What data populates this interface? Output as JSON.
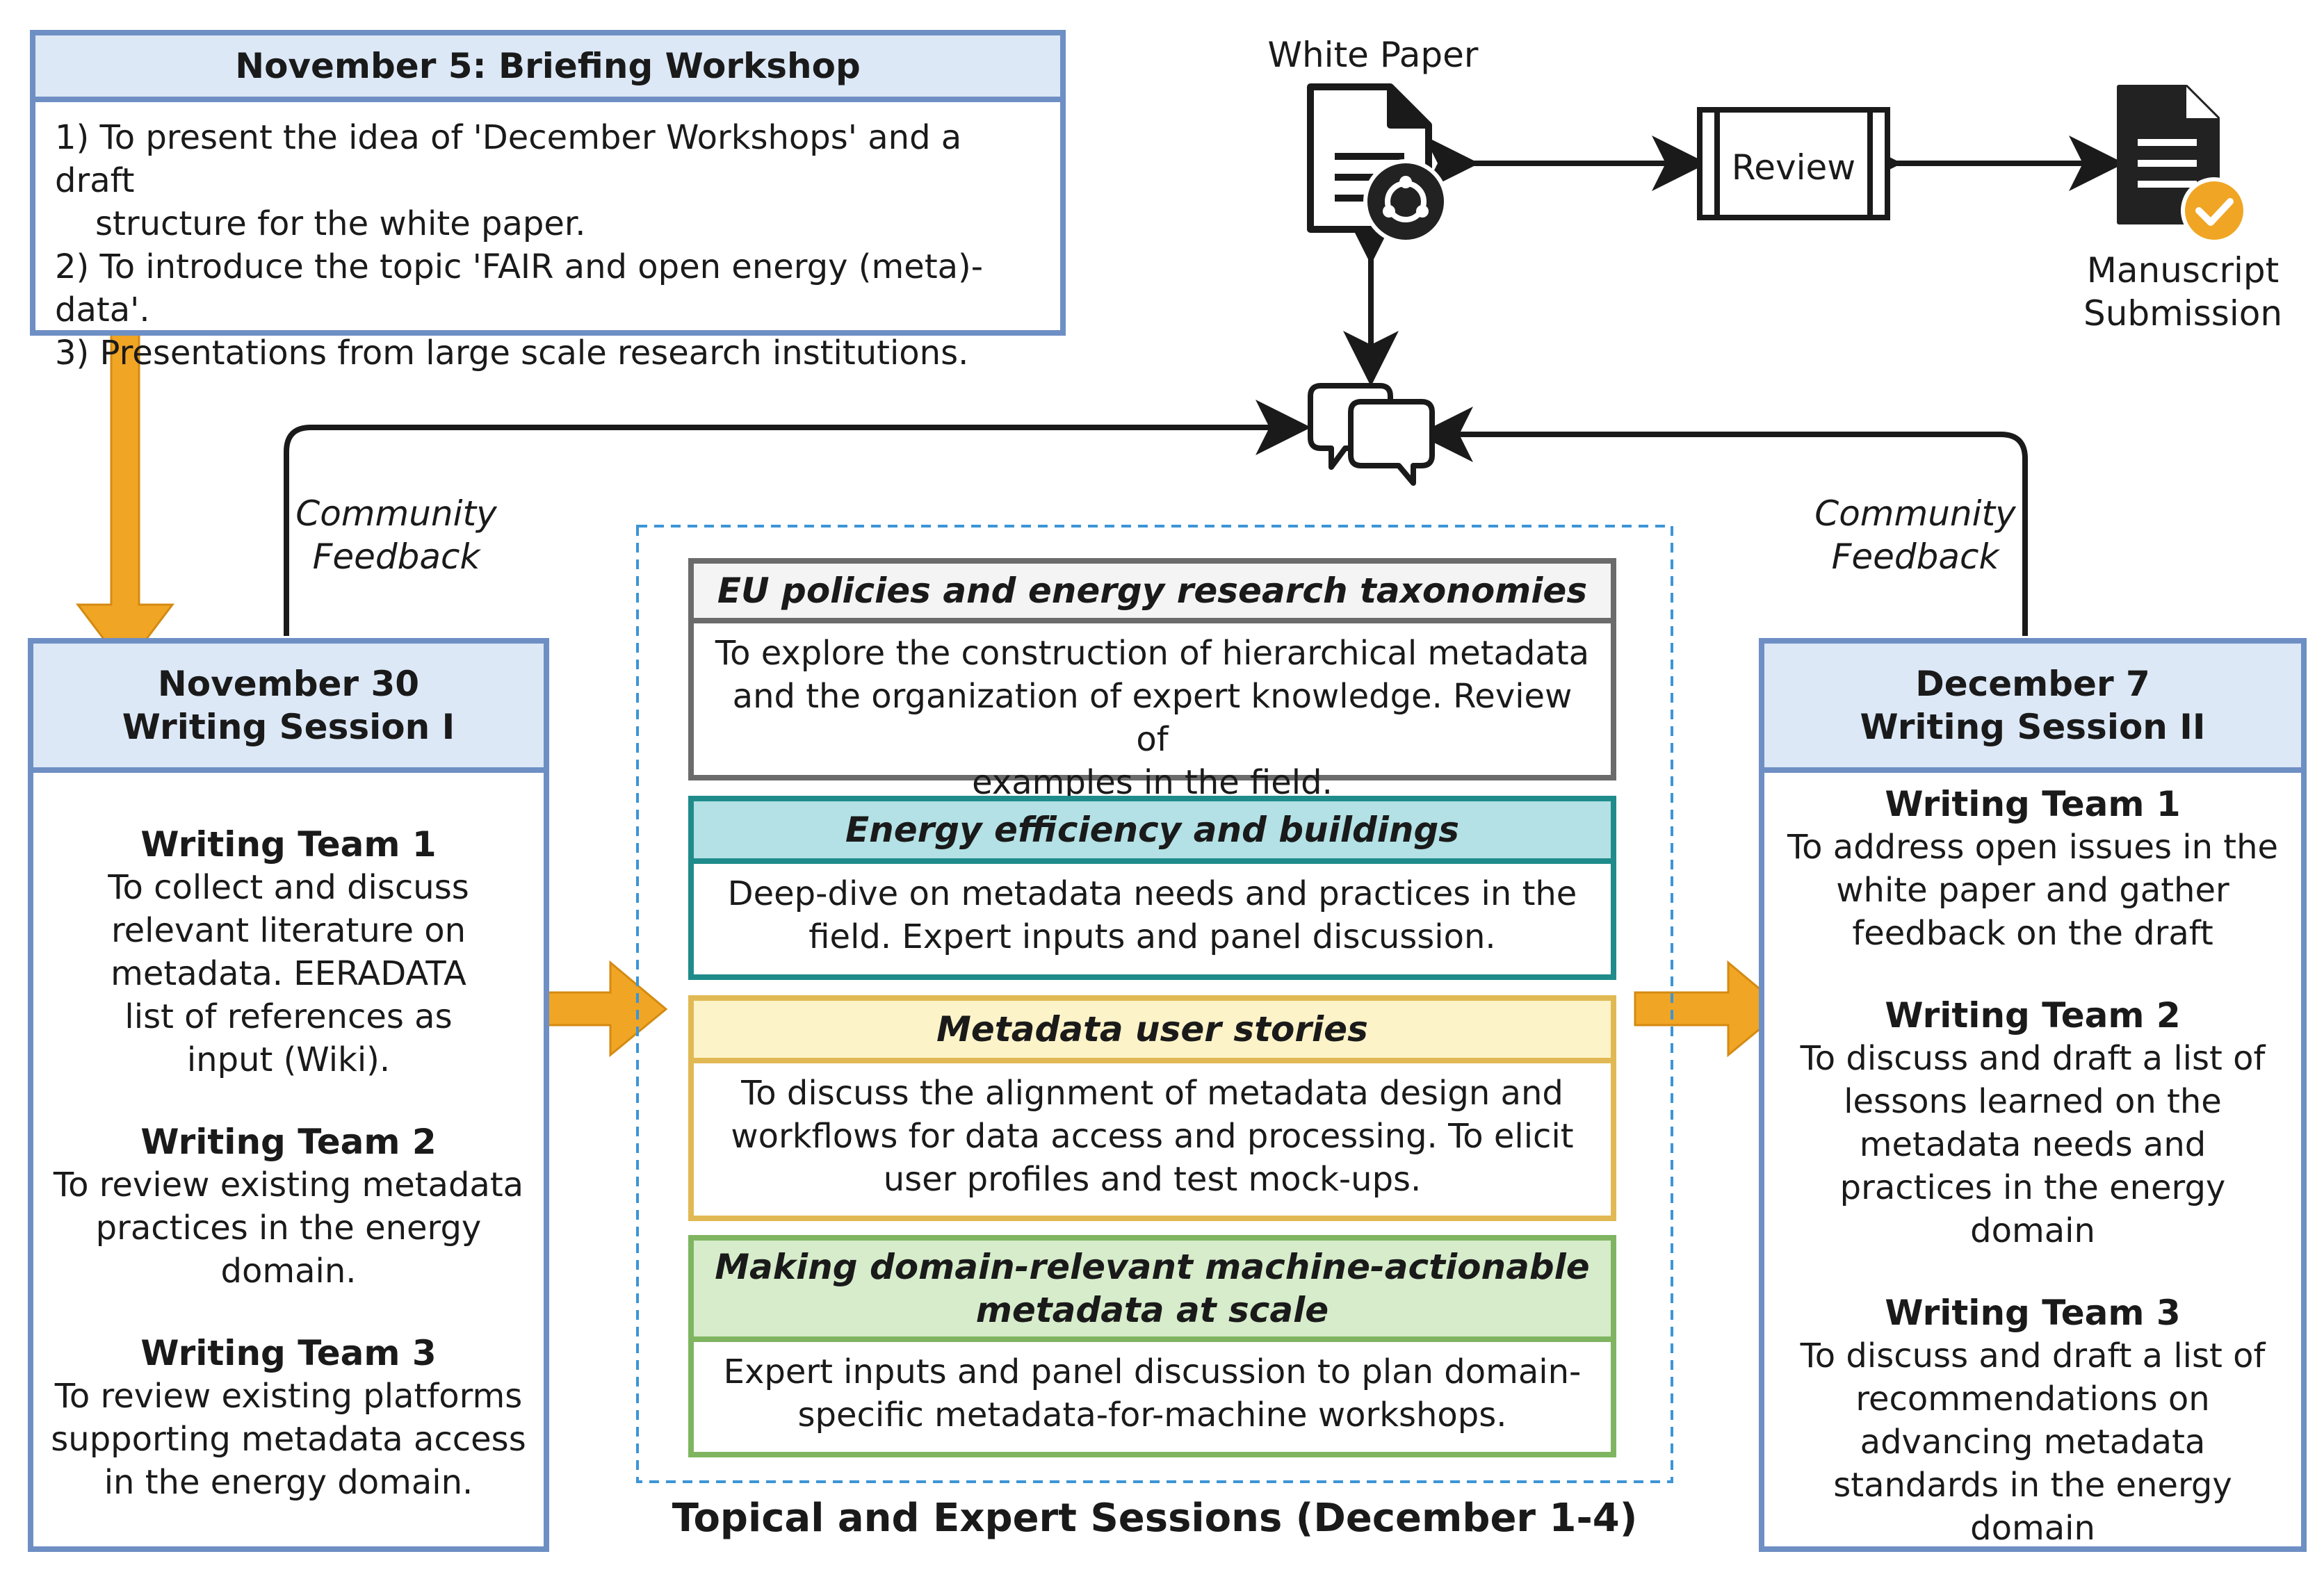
{
  "briefing": {
    "title": "November 5: Briefing Workshop",
    "items": [
      "1) To present the idea of 'December Workshops' and a draft",
      "structure for the white paper.",
      "2) To introduce the topic 'FAIR and open energy (meta)-data'.",
      "3) Presentations from large scale research institutions."
    ]
  },
  "flow": {
    "white_paper": "White Paper",
    "review": "Review",
    "manuscript_line1": "Manuscript",
    "manuscript_line2": "Submission"
  },
  "feedback_left": {
    "line1": "Community",
    "line2": "Feedback"
  },
  "feedback_right": {
    "line1": "Community",
    "line2": "Feedback"
  },
  "session1": {
    "date": "November 30",
    "title": "Writing Session I",
    "teams": [
      {
        "name": "Writing Team 1",
        "lines": [
          "To collect and discuss",
          "relevant literature on",
          "metadata. EERADATA",
          "list of references as",
          "input (Wiki)."
        ]
      },
      {
        "name": "Writing Team 2",
        "lines": [
          "To review existing metadata",
          "practices in the energy",
          "domain."
        ]
      },
      {
        "name": "Writing Team 3",
        "lines": [
          "To review existing platforms",
          "supporting metadata access",
          "in the energy domain."
        ]
      }
    ]
  },
  "session2": {
    "date": "December 7",
    "title": "Writing Session II",
    "teams": [
      {
        "name": "Writing Team 1",
        "lines": [
          "To address open issues in the",
          "white paper and gather",
          "feedback on the draft"
        ]
      },
      {
        "name": "Writing Team 2",
        "lines": [
          "To discuss and draft a list of",
          "lessons learned on the",
          "metadata needs and",
          "practices in the energy",
          "domain"
        ]
      },
      {
        "name": "Writing Team 3",
        "lines": [
          "To discuss and draft a list of",
          "recommendations on",
          "advancing metadata",
          "standards in the energy",
          "domain"
        ]
      }
    ]
  },
  "topics": [
    {
      "title_lines": [
        "EU policies and energy research taxonomies"
      ],
      "body_lines": [
        "To explore the construction of hierarchical metadata",
        "and the organization of expert knowledge. Review of",
        "examples in the field."
      ]
    },
    {
      "title_lines": [
        "Energy efficiency and buildings"
      ],
      "body_lines": [
        "Deep-dive on metadata needs and practices in the",
        "field. Expert inputs and panel discussion."
      ]
    },
    {
      "title_lines": [
        "Metadata user stories"
      ],
      "body_lines": [
        "To discuss the alignment of metadata design and",
        "workflows for data access and processing. To elicit",
        "user profiles and test mock-ups."
      ]
    },
    {
      "title_lines": [
        "Making domain-relevant machine-actionable",
        "metadata at scale"
      ],
      "body_lines": [
        "Expert inputs and panel discussion to plan domain-",
        "specific metadata-for-machine workshops."
      ]
    }
  ],
  "topical_caption": "Topical and Expert Sessions (December 1-4)",
  "colors": {
    "blue_border": "#6e8fc4",
    "blue_fill": "#dce8f6",
    "orange": "#f0a524",
    "gray_border": "#6b6b6b",
    "gray_fill": "#f3f4f3",
    "teal_border": "#1f8b8b",
    "teal_fill": "#b3e1e5",
    "yellow_border": "#e1b954",
    "yellow_fill": "#fdf3c9",
    "green_border": "#7fb561",
    "green_fill": "#d6eccb",
    "dashed_blue": "#3c95d6"
  }
}
